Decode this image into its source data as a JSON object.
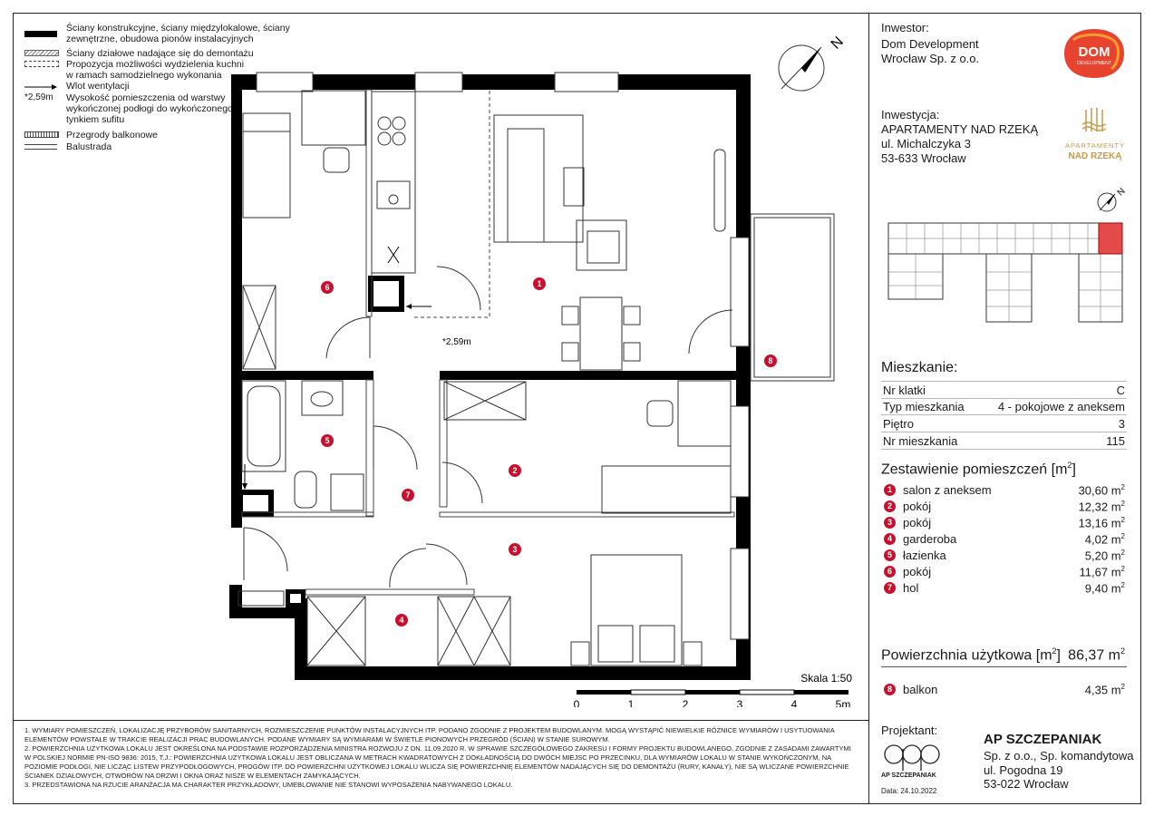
{
  "legend": [
    {
      "symbol": "black-fill",
      "text": "Ściany konstrukcyjne, ściany międzylokalowe, ściany zewnętrzne, obudowa pionów instalacyjnych"
    },
    {
      "symbol": "hatch",
      "text": "Ściany działowe nadające się do demontażu"
    },
    {
      "symbol": "dashed",
      "text": "Propozycja możliwości wydzielenia kuchni w ramach samodzielnego wykonania"
    },
    {
      "symbol": "arrow",
      "text": "Wlot wentylacji"
    },
    {
      "symbol": "height-mark",
      "symbol_label": "*2,59m",
      "text": "Wysokość pomieszczenia od warstwy wykończonej podłogi do wykończonego tynkiem sufitu"
    },
    {
      "symbol": "dotted",
      "text": "Przegrody balkonowe"
    },
    {
      "symbol": "double-line",
      "text": "Balustrada"
    }
  ],
  "investor": {
    "label": "Inwestor:",
    "name_line1": "Dom Development",
    "name_line2": "Wrocław Sp. z o.o.",
    "logo_text_main": "DOM",
    "logo_text_sub": "DEVELOPMENT",
    "logo_color": "#e8432f"
  },
  "investment": {
    "label": "Inwestycja:",
    "line1": "APARTAMENTY NAD RZEKĄ",
    "line2": "ul. Michalczyka 3",
    "line3": "53-633 Wrocław",
    "logo_text_top": "APARTAMENTY",
    "logo_text_bottom": "NAD RZEKĄ",
    "logo_color": "#c79a4b"
  },
  "apartment": {
    "title": "Mieszkanie:",
    "rows": [
      {
        "k": "Nr klatki",
        "v": "C"
      },
      {
        "k": "Typ mieszkania",
        "v": "4 - pokojowe z aneksem"
      },
      {
        "k": "Piętro",
        "v": "3"
      },
      {
        "k": "Nr mieszkania",
        "v": "115"
      }
    ]
  },
  "rooms": {
    "title": "Zestawienie pomieszczeń [m",
    "title_sup": "2",
    "title_end": "]",
    "items": [
      {
        "no": "1",
        "name": "salon z aneksem",
        "area": "30,60 m",
        "sup": "2"
      },
      {
        "no": "2",
        "name": "pokój",
        "area": "12,32 m",
        "sup": "2"
      },
      {
        "no": "3",
        "name": "pokój",
        "area": "13,16 m",
        "sup": "2"
      },
      {
        "no": "4",
        "name": "garderoba",
        "area": "4,02 m",
        "sup": "2"
      },
      {
        "no": "5",
        "name": "łazienka",
        "area": "5,20 m",
        "sup": "2"
      },
      {
        "no": "6",
        "name": "pokój",
        "area": "11,67 m",
        "sup": "2"
      },
      {
        "no": "7",
        "name": "hol",
        "area": "9,40 m",
        "sup": "2"
      }
    ],
    "usable_label": "Powierzchnia użytkowa [m",
    "usable_sup": "2",
    "usable_end": "]",
    "usable_value": "86,37 m",
    "usable_value_sup": "2",
    "balcony": {
      "no": "8",
      "name": "balkon",
      "area": "4,35 m",
      "sup": "2"
    }
  },
  "designer": {
    "label": "Projektant:",
    "logo_caption": "AP SZCZEPANIAK",
    "date": "Data: 24.10.2022",
    "name": "AP SZCZEPANIAK",
    "line1": "Sp. z o.o., Sp. komandytowa",
    "line2": "ul. Pogodna 19",
    "line3": "53-022 Wrocław"
  },
  "plan": {
    "height_label": "*2,59m",
    "north": "N",
    "room_markers": [
      "1",
      "2",
      "3",
      "4",
      "5",
      "6",
      "7",
      "8"
    ],
    "scale_label": "Skala 1:50",
    "scale_ticks": [
      "0",
      "1",
      "2",
      "3",
      "4",
      "5m"
    ]
  },
  "notes": [
    "1. WYMIARY POMIESZCZEŃ, LOKALIZACJĘ PRZYBORÓW SANITARNYCH, ROZMIESZCZENIE PUNKTÓW INSTALACYJNYCH ITP. PODANO ZGODNIE Z PROJEKTEM BUDOWLANYM. MOGĄ WYSTĄPIĆ NIEWIELKIE RÓŻNICE WYMIARÓW I USYTUOWANIA ELEMENTÓW POWSTAŁE W TRAKCIE REALIZACJI PRAC BUDOWLANYCH. PODANE WYMIARY SĄ WYMIARAMI W ŚWIETLE PIONOWYCH PRZEGRÓD (ŚCIAN) W STANIE SUROWYM.",
    "2. POWIERZCHNIA UŻYTKOWA LOKALU JEST OKREŚLONA NA PODSTAWIE ROZPORZĄDZENIA MINISTRA ROZWOJU Z DN. 11.09.2020 R. W SPRAWIE SZCZEGÓŁOWEGO ZAKRESU I FORMY PROJEKTU BUDOWLANEGO, ZGODNIE Z ZASADAMI ZAWARTYMI W POLSKIEJ NORMIE PN-ISO 9836: 2015, T.J.: POWIERZCHNIA UŻYTKOWA LOKALU JEST OBLICZANA W METRACH KWADRATOWYCH Z DOKŁADNOŚCIĄ DO DWÓCH MIEJSC PO PRZECINKU, DLA WYMIARÓW LOKALU W STANIE WYKOŃCZONYM, NA POZIOMIE PODŁOGI, NIE LICZĄC LISTEW PRZYPODŁOGOWYCH, PROGÓW ITP. DO POWIERZCHNI UŻYTKOWEJ LOKALU WLICZA SIĘ POWIERZCHNIĘ ELEMENTÓW NADAJĄCYCH SIĘ DO DEMONTAŻU (RURY, KANAŁY), NIE SĄ WLICZANE POWIERZCHNIE ŚCIANEK DZIAŁOWYCH, OTWORÓW NA DRZWI I OKNA ORAZ NISZE W ELEMENTACH ZAMYKAJĄCYCH.",
    "3. PRZEDSTAWIONA NA RZUCIE ARANŻACJA MA CHARAKTER PRZYKŁADOWY, UMEBLOWANIE NIE STANOWI WYPOSAŻENIA NABYWANEGO LOKALU."
  ]
}
